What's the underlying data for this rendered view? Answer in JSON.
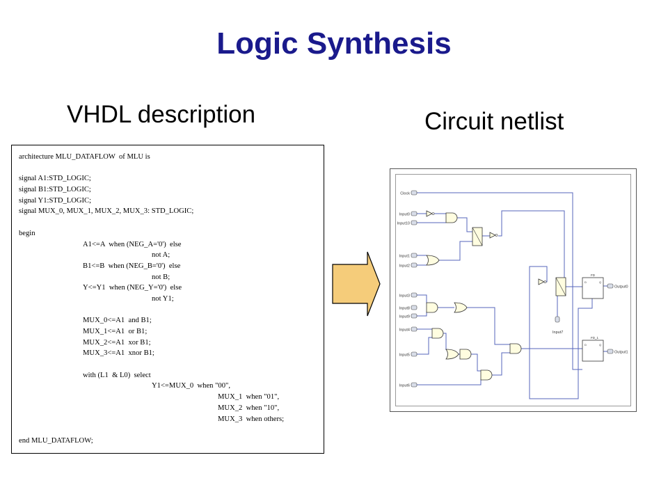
{
  "title": "Logic Synthesis",
  "left_heading": "VHDL description",
  "right_heading": "Circuit netlist",
  "code": {
    "header": "architecture MLU_DATAFLOW  of MLU is",
    "signals": [
      "signal A1:STD_LOGIC;",
      "signal B1:STD_LOGIC;",
      "signal Y1:STD_LOGIC;",
      "signal MUX_0, MUX_1, MUX_2, MUX_3: STD_LOGIC;"
    ],
    "begin": "begin",
    "assign": [
      "A1<=A  when (NEG_A='0')  else",
      "not A;",
      "B1<=B  when (NEG_B='0')  else",
      "not B;",
      "Y<=Y1  when (NEG_Y='0')  else",
      "not Y1;"
    ],
    "mux": [
      "MUX_0<=A1  and B1;",
      "MUX_1<=A1  or B1;",
      "MUX_2<=A1  xor B1;",
      "MUX_3<=A1  xnor B1;"
    ],
    "select": [
      "with (L1  & L0)  select",
      "Y1<=MUX_0  when \"00\",",
      "MUX_1  when \"01\",",
      "MUX_2  when \"10\",",
      "MUX_3  when others;"
    ],
    "end": "end MLU_DATAFLOW;"
  },
  "netlist": {
    "inputs": [
      "Clock",
      "Input0",
      "Input10",
      "Input1",
      "Input2",
      "Input3",
      "Input8",
      "Input9",
      "Input4",
      "Input5",
      "Input6",
      "Input7"
    ],
    "outputs": [
      "Output0",
      "Output1"
    ],
    "flipflops": [
      "FD",
      "FD_1"
    ]
  },
  "colors": {
    "title": "#1a1a8c",
    "arrow_fill": "#f5cc7a",
    "wire": "#5566bb",
    "gate_fill": "#fffde0"
  }
}
